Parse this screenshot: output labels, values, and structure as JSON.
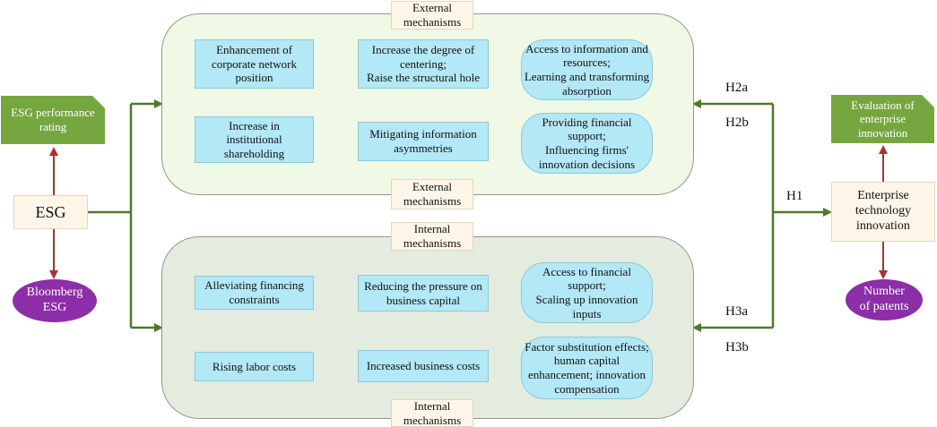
{
  "left": {
    "rating": "ESG performance\nrating",
    "center": "ESG",
    "source": "Bloomberg\nESG"
  },
  "right": {
    "evaluation": "Evaluation of\nenterprise\ninnovation",
    "center": "Enterprise\ntechnology\ninnovation",
    "measure": "Number\nof patents"
  },
  "hypotheses": {
    "h1": "H1",
    "h2a": "H2a",
    "h2b": "H2b",
    "h3a": "H3a",
    "h3b": "H3b"
  },
  "external": {
    "label_top": "External\nmechanisms",
    "label_bottom": "External\nmechanisms",
    "row1": {
      "a": "Enhancement of\ncorporate network\nposition",
      "b": "Increase the degree of\ncentering;\nRaise the structural hole",
      "c": "Access to information and\nresources;\nLearning and transforming\nabsorption"
    },
    "row2": {
      "a": "Increase in\ninstitutional\nshareholding",
      "b": "Mitigating information\nasymmetries",
      "c": "Providing financial\nsupport;\nInfluencing firms'\ninnovation decisions"
    }
  },
  "internal": {
    "label_top": "Internal\nmechanisms",
    "label_bottom": "Internal\nmechanisms",
    "row1": {
      "a": "Alleviating financing\nconstraints",
      "b": "Reducing the pressure on\nbusiness capital",
      "c": "Access to financial\nsupport;\nScaling up innovation\ninputs"
    },
    "row2": {
      "a": "Rising labor costs",
      "b": "Increased business costs",
      "c": "Factor substitution effects;\nhuman capital\nenhancement; innovation\ncompensation"
    }
  },
  "colors": {
    "green_arrow": "#4f7a28",
    "red_arrow": "#a83232",
    "cyan_box": "#b3e8f6",
    "green_tag": "#76a63f",
    "purple": "#8c2ea8"
  }
}
